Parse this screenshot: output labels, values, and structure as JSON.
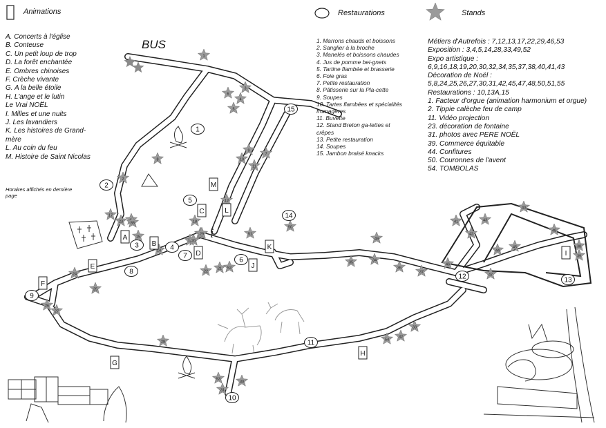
{
  "legend": {
    "animations": "Animations",
    "restaurations": "Restaurations",
    "stands": "Stands"
  },
  "animations": [
    "A. Concerts à l'église",
    "B. Conteuse",
    "C. Un petit loup de trop",
    "D. La forêt enchantée",
    "E. Ombres chinoises",
    "F. Crèche vivante",
    "G. A la belle étoile",
    "H. L'ange et le lutin",
    "Le Vrai NOËL",
    "I. Milles et une nuits",
    "J. Les lavandiers",
    "K. Les histoires de Grand-mère",
    "L. Au coin du feu",
    "M. Histoire de Saint Nicolas"
  ],
  "hours_note": "Horaires affichés en dernière page",
  "restaurations": [
    "1. Marrons chauds et boissons",
    "2. Sanglier à la broche",
    "3. Manelés et boissons chaudes",
    "4. Jus de pomme bei-gnets",
    "5. Tartine flambée et brasserie",
    "6. Foie gras",
    "7. Petite restauration",
    "8. Pâtisserie sur la Pla-cette",
    "9. Soupes",
    "10. Tartes flambées et spécialités fromagères",
    "11. Buvette",
    "12. Stand Breton ga-lettes et crêpes",
    "13. Petite restauration",
    "14. Soupes",
    "15. Jambon braisé knacks"
  ],
  "stand_categories": [
    "Métiers d'Autrefois : 7,12,13,17,22,29,46,53",
    "Exposition : 3,4,5,14,28,33,49,52",
    "Expo artistique :",
    "6,9,16,18,19,20,30,32,34,35,37,38,40,41,43",
    "Décoration de Noël :",
    "5,8,24,25,26,27,30,31,42,45,47,48,50,51,55",
    "Restaurations : 10,13A,15",
    "1. Facteur d'orgue (animation harmonium et orgue)",
    "2. Tippie calèche feu de camp",
    "11. Vidéo projection",
    "23. décoration de fontaine",
    "31. photos avec PERE NOËL",
    "39. Commerce équitable",
    "44. Confitures",
    "50. Couronnes de l'avent",
    "54. TOMBOLAS"
  ],
  "bus_label": "BUS",
  "map": {
    "animation_markers": [
      "A",
      "B",
      "C",
      "D",
      "E",
      "F",
      "G",
      "H",
      "I",
      "J",
      "K",
      "L",
      "M"
    ],
    "restaurant_markers": [
      "1",
      "2",
      "3",
      "4",
      "5",
      "6",
      "7",
      "8",
      "9",
      "10",
      "11",
      "12",
      "13",
      "14",
      "15"
    ],
    "stand_markers": [
      "1",
      "2",
      "3",
      "4",
      "5",
      "6",
      "7",
      "8",
      "9",
      "10",
      "11",
      "12",
      "13",
      "14",
      "15",
      "16",
      "17",
      "18",
      "19",
      "20",
      "21",
      "22",
      "23",
      "24",
      "25",
      "26",
      "27",
      "28",
      "29",
      "30",
      "31",
      "32",
      "33",
      "34",
      "35",
      "36",
      "37",
      "38",
      "39",
      "40",
      "41",
      "42",
      "43",
      "44",
      "45",
      "46",
      "47",
      "48",
      "49",
      "50",
      "51",
      "52",
      "53",
      "54",
      "55"
    ]
  }
}
